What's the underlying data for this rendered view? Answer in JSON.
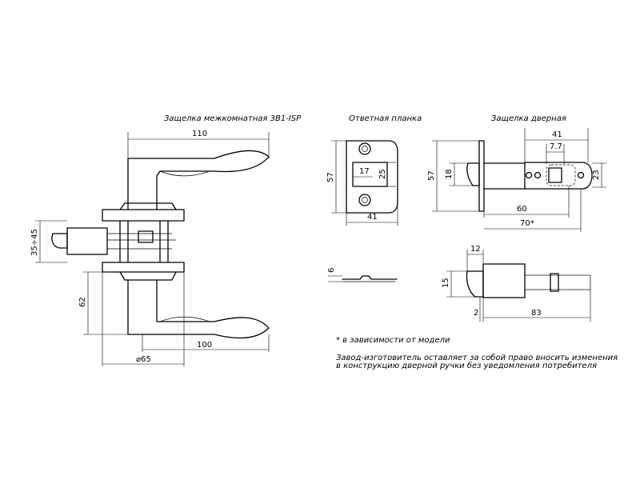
{
  "titles": {
    "latch_interior": "Защелка межкомнатная 3В1-ISP",
    "strike_plate": "Ответная планка",
    "door_latch": "Защелка дверная"
  },
  "dims": {
    "d110": "110",
    "d35_45": "35÷45",
    "d62": "62",
    "d100": "100",
    "d65": "⌀65",
    "strike_57": "57",
    "strike_17": "17",
    "strike_25": "25",
    "strike_41": "41",
    "strike_6": "6",
    "latch_41": "41",
    "latch_7_7": "7.7",
    "latch_57": "57",
    "latch_18": "18",
    "latch_23": "23",
    "latch_60": "60",
    "latch_70": "70*",
    "latch_12": "12",
    "latch_15": "15",
    "latch_2": "2",
    "latch_83": "83"
  },
  "notes": {
    "asterisk": "* в зависимости от модели",
    "disclaimer_line1": "Завод-изготовитель оставляет за собой право вносить изменения",
    "disclaimer_line2": "в конструкцию дверной ручки без уведомления потребителя"
  }
}
